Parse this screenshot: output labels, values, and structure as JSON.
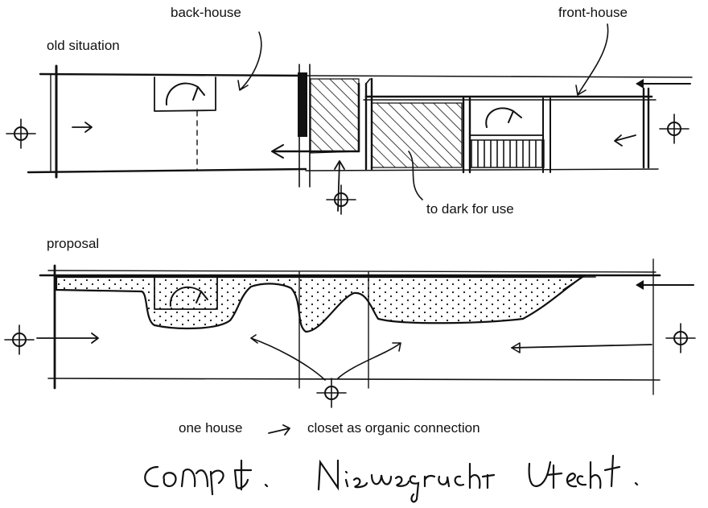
{
  "labels": {
    "back_house": "back-house",
    "front_house": "front-house",
    "old_situation": "old situation",
    "to_dark": "to dark for use",
    "proposal": "proposal",
    "one_house": "one house",
    "closet": "closet as organic connection"
  },
  "signature": "concept . Nieuwegracht Utrecht ."
}
